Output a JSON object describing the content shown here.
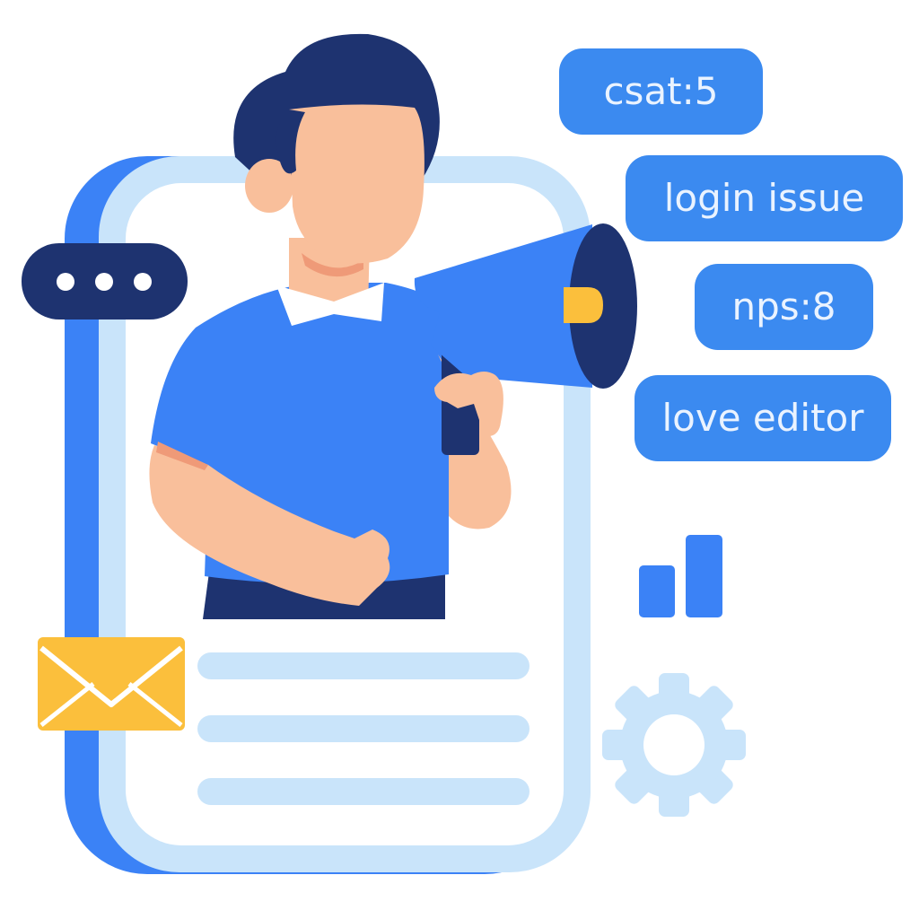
{
  "feedback_tags": [
    {
      "label": "csat:5"
    },
    {
      "label": "login issue"
    },
    {
      "label": "nps:8"
    },
    {
      "label": "love editor"
    }
  ],
  "icons": {
    "chat_bubble": "more-dots-icon",
    "envelope": "mail-icon",
    "bars": "bar-chart-icon",
    "gear": "gear-icon",
    "megaphone": "megaphone-icon"
  },
  "colors": {
    "primary_blue": "#3b82f6",
    "tag_blue": "#3b8af0",
    "navy": "#1e3370",
    "light_blue": "#c9e4fa",
    "yellow": "#fbbf3c",
    "skin": "#f9bf9b"
  }
}
